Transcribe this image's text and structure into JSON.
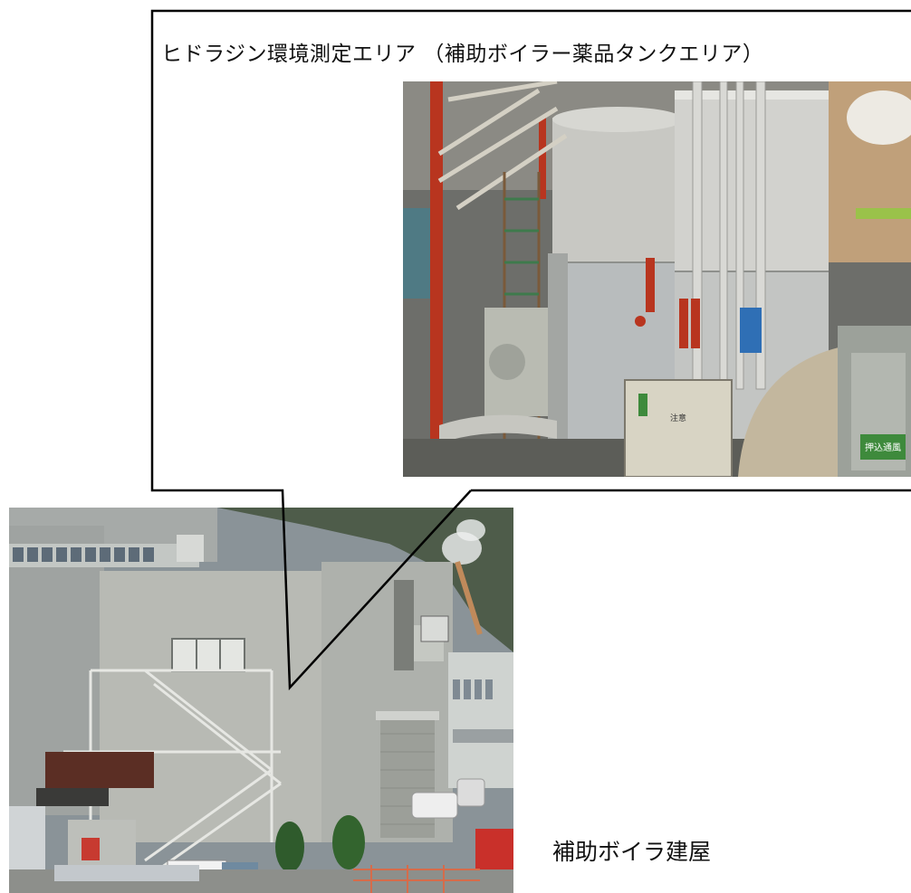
{
  "callout": {
    "title": "ヒドラジン環境測定エリア （補助ボイラー薬品タンクエリア）"
  },
  "building": {
    "caption": "補助ボイラ建屋"
  },
  "photo_signs": {
    "fan_sign": "押込通風",
    "box_label": "注意"
  },
  "colors": {
    "frame": "#000000",
    "wall": "#b9bbb4",
    "tank": "#c9c9c3",
    "red_pipe": "#b8351f",
    "blue_band": "#2f6fb5"
  }
}
